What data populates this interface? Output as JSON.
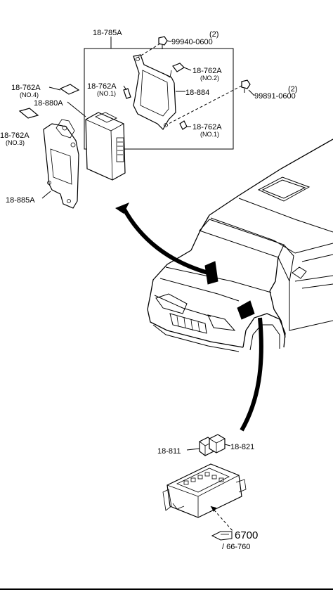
{
  "labels": {
    "p18_785A": "18-785A",
    "bolt1_qty": "(2)",
    "bolt1_code": "99940-0600",
    "p18_762A_no2": "18-762A",
    "no2": "(NO.2)",
    "p18_762A_no1a": "18-762A",
    "no1a": "(NO.1)",
    "p18_884": "18-884",
    "bolt2_qty": "(2)",
    "bolt2_code": "99891-0600",
    "p18_762A_no1b": "18-762A",
    "no1b": "(NO.1)",
    "p18_762A_no4": "18-762A",
    "no4": "(NO.4)",
    "p18_880A": "18-880A",
    "p18_762A_no3": "18-762A",
    "no3": "(NO.3)",
    "p18_885A": "18-885A",
    "p18_811": "18-811",
    "p18_821": "18-821",
    "ref_main": "6700",
    "ref_sub": "/ 66-760"
  }
}
